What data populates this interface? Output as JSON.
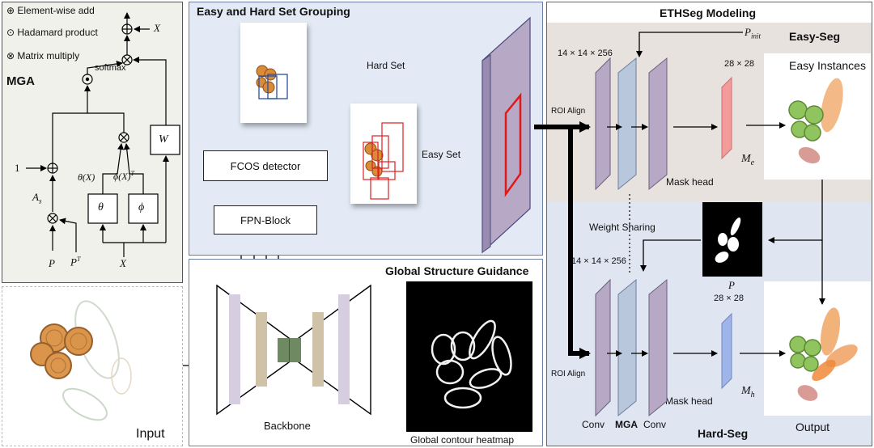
{
  "legend": {
    "add": "⊕ Element-wise add",
    "hadamard": "⊙ Hadamard product",
    "matmul": "⊗ Matrix multiply"
  },
  "mga": {
    "title": "MGA",
    "softmax": "softmax",
    "x_top": "X",
    "one": "1",
    "a_s": "A",
    "a_s_sub": "s",
    "theta_x": "θ(X)",
    "phi_xt": "ϕ(X)",
    "phi_xt_sup": "T",
    "theta": "θ",
    "phi": "ϕ",
    "w": "W",
    "p": "P",
    "pt": "P",
    "pt_sup": "T",
    "x_bottom": "X"
  },
  "input": {
    "label": "Input"
  },
  "grouping": {
    "title": "Easy and Hard Set Grouping",
    "hard_set": "Hard Set",
    "easy_set": "Easy Set",
    "fcos": "FCOS detector",
    "fpn": "FPN-Block"
  },
  "global": {
    "title": "Global Structure Guidance",
    "backbone": "Backbone",
    "heatmap": "Global contour heatmap"
  },
  "ethseg": {
    "title": "ETHSeg Modeling",
    "p_init": "P",
    "p_init_sub": "init",
    "easy_seg": "Easy-Seg",
    "hard_seg": "Hard-Seg",
    "easy_instances": "Easy Instances",
    "dim_top": "14 × 14 × 256",
    "dim_mid": "14 × 14 × 256",
    "dim_28a": "28 × 28",
    "dim_28b": "28 × 28",
    "roi_top": "ROI Align",
    "roi_bottom": "ROI Align",
    "mask_head_top": "Mask head",
    "mask_head_bottom": "Mask head",
    "me": "M",
    "me_sub": "e",
    "mh": "M",
    "mh_sub": "h",
    "p": "P",
    "weight_sharing": "Weight Sharing",
    "conv1": "Conv",
    "mga": "MGA",
    "conv2": "Conv",
    "output": "Output"
  },
  "colors": {
    "mga_bg": "#eff1ea",
    "blue_bg": "#e3eaf5",
    "easy_bg": "#e8e2df",
    "hard_bg": "#dfe6f2",
    "plane": "#b7a9c6",
    "plane_blue": "#b8c7dc",
    "red_map": "#f39a9a",
    "blue_map": "#9fb4e8",
    "arrow": "#000000"
  }
}
